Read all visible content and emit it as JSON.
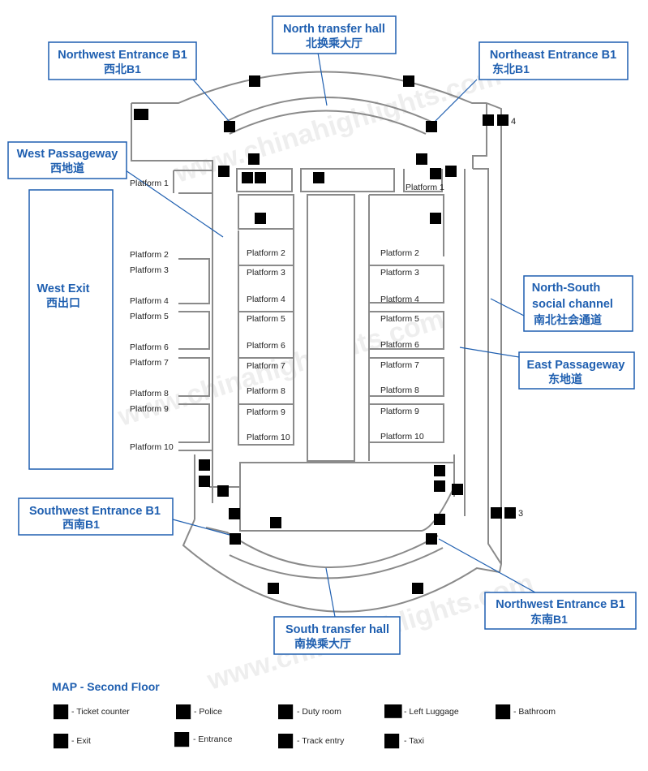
{
  "labels": {
    "north_transfer": {
      "en": "North transfer hall",
      "cn": "北换乘大厅"
    },
    "northwest_entrance": {
      "en": "Northwest Entrance B1",
      "cn": "西北B1"
    },
    "northeast_entrance": {
      "en": "Northeast Entrance B1",
      "cn": "东北B1"
    },
    "west_passageway": {
      "en": "West Passageway",
      "cn": "西地道"
    },
    "west_exit": {
      "en": "West Exit",
      "cn": "西出口"
    },
    "north_south_channel": {
      "en1": "North-South",
      "en2": "social channel",
      "cn": "南北社会通道"
    },
    "east_passageway": {
      "en": "East Passageway",
      "cn": "东地道"
    },
    "southwest_entrance": {
      "en": "Southwest Entrance B1",
      "cn": "西南B1"
    },
    "southeast_entrance": {
      "en": "Northwest Entrance B1",
      "cn": "东南B1"
    },
    "south_transfer": {
      "en": "South transfer hall",
      "cn": "南换乘大厅"
    }
  },
  "platforms": {
    "left_outer": [
      "Platform 1",
      "Platform 2",
      "Platform 3",
      "Platform 4",
      "Platform 5",
      "Platform 6",
      "Platform 7",
      "Platform 8",
      "Platform 9",
      "Platform 10"
    ],
    "center_left": [
      "Platform 2",
      "Platform 3",
      "Platform 4",
      "Platform 5",
      "Platform 6",
      "Platform 7",
      "Platform 8",
      "Platform 9",
      "Platform 10"
    ],
    "right": [
      "Platform 1",
      "Platform 2",
      "Platform 3",
      "Platform 4",
      "Platform 5",
      "Platform 6",
      "Platform 7",
      "Platform 8",
      "Platform 9",
      "Platform 10"
    ]
  },
  "track_numbers": {
    "upper": "4",
    "lower": "3"
  },
  "watermark": "www.chinahighlights.com",
  "legend": {
    "title": "MAP - Second Floor",
    "items": [
      {
        "icon": "ticket-counter-icon",
        "label": "- Ticket counter"
      },
      {
        "icon": "police-icon",
        "label": "- Police"
      },
      {
        "icon": "duty-room-icon",
        "label": "- Duty room"
      },
      {
        "icon": "left-luggage-icon",
        "label": "- Left Luggage"
      },
      {
        "icon": "bathroom-icon",
        "label": "- Bathroom"
      },
      {
        "icon": "exit-icon",
        "label": "- Exit"
      },
      {
        "icon": "entrance-icon",
        "label": "- Entrance"
      },
      {
        "icon": "track-entry-icon",
        "label": "- Track entry"
      },
      {
        "icon": "taxi-icon",
        "label": "- Taxi"
      }
    ]
  },
  "colors": {
    "accent": "#1f5fb0",
    "wall": "#8a8a8a",
    "icon_bg": "#f3eedd"
  }
}
